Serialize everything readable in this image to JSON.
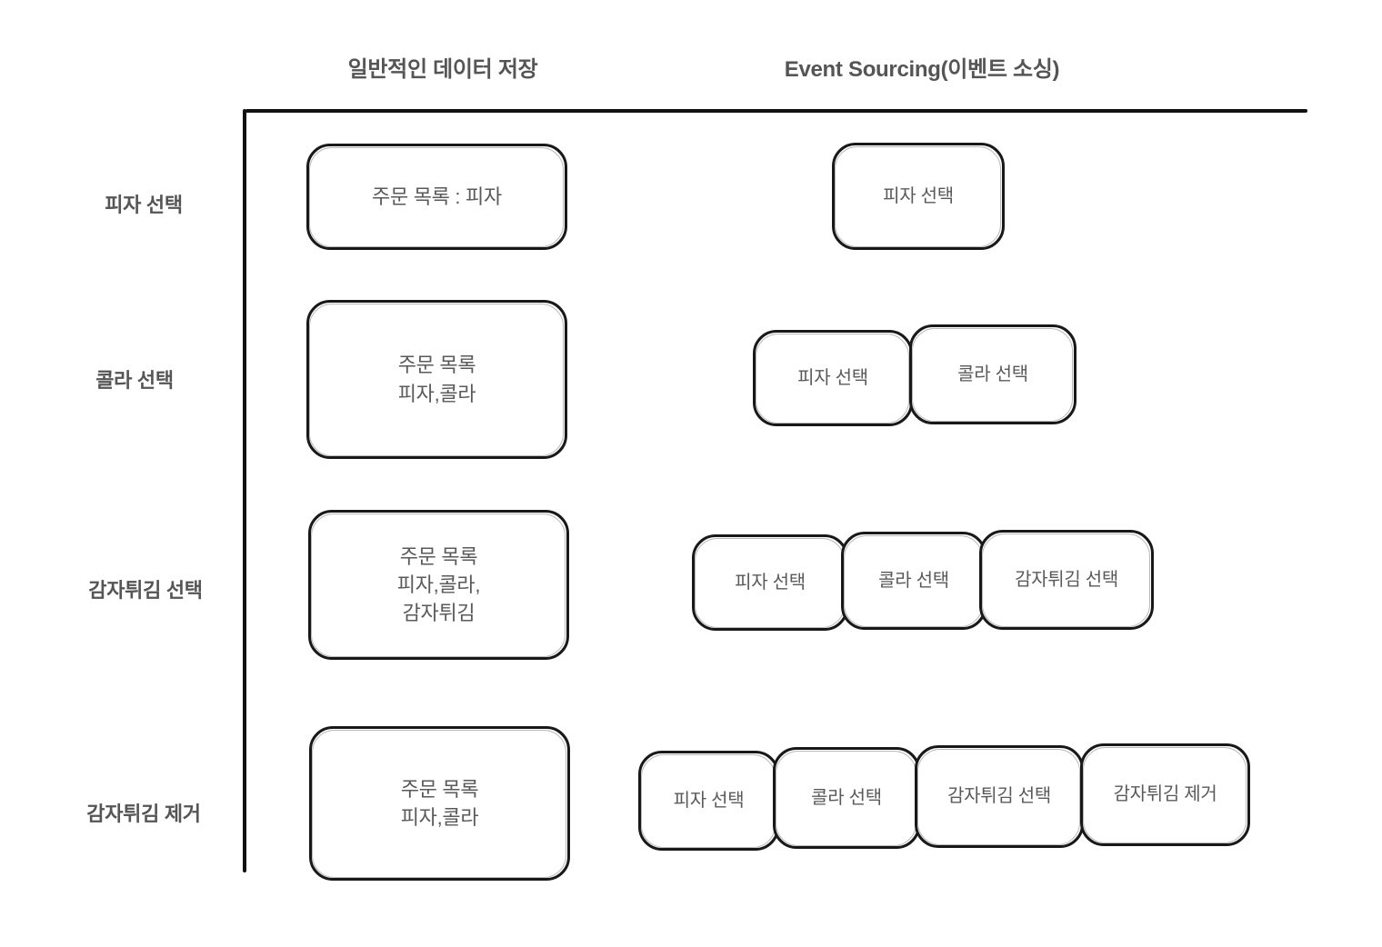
{
  "headers": {
    "left": "일반적인 데이터 저장",
    "right": "Event Sourcing(이벤트 소싱)"
  },
  "colors": {
    "text": "#5a5a5a",
    "header_text": "#555555",
    "stroke": "#1a1a1a",
    "background": "#ffffff"
  },
  "rows": [
    {
      "label": "피자 선택",
      "store_box": "주문 목록 : 피자",
      "events": [
        "피자 선택"
      ]
    },
    {
      "label": "콜라 선택",
      "store_box": "주문 목록\n피자,콜라",
      "events": [
        "피자 선택",
        "콜라 선택"
      ]
    },
    {
      "label": "감자튀김 선택",
      "store_box": "주문 목록\n피자,콜라,\n감자튀김",
      "events": [
        "피자 선택",
        "콜라 선택",
        "감자튀김 선택"
      ]
    },
    {
      "label": "감자튀김 제거",
      "store_box": "주문 목록\n피자,콜라",
      "events": [
        "피자 선택",
        "콜라 선택",
        "감자튀김 선택",
        "감자튀김 제거"
      ]
    }
  ]
}
